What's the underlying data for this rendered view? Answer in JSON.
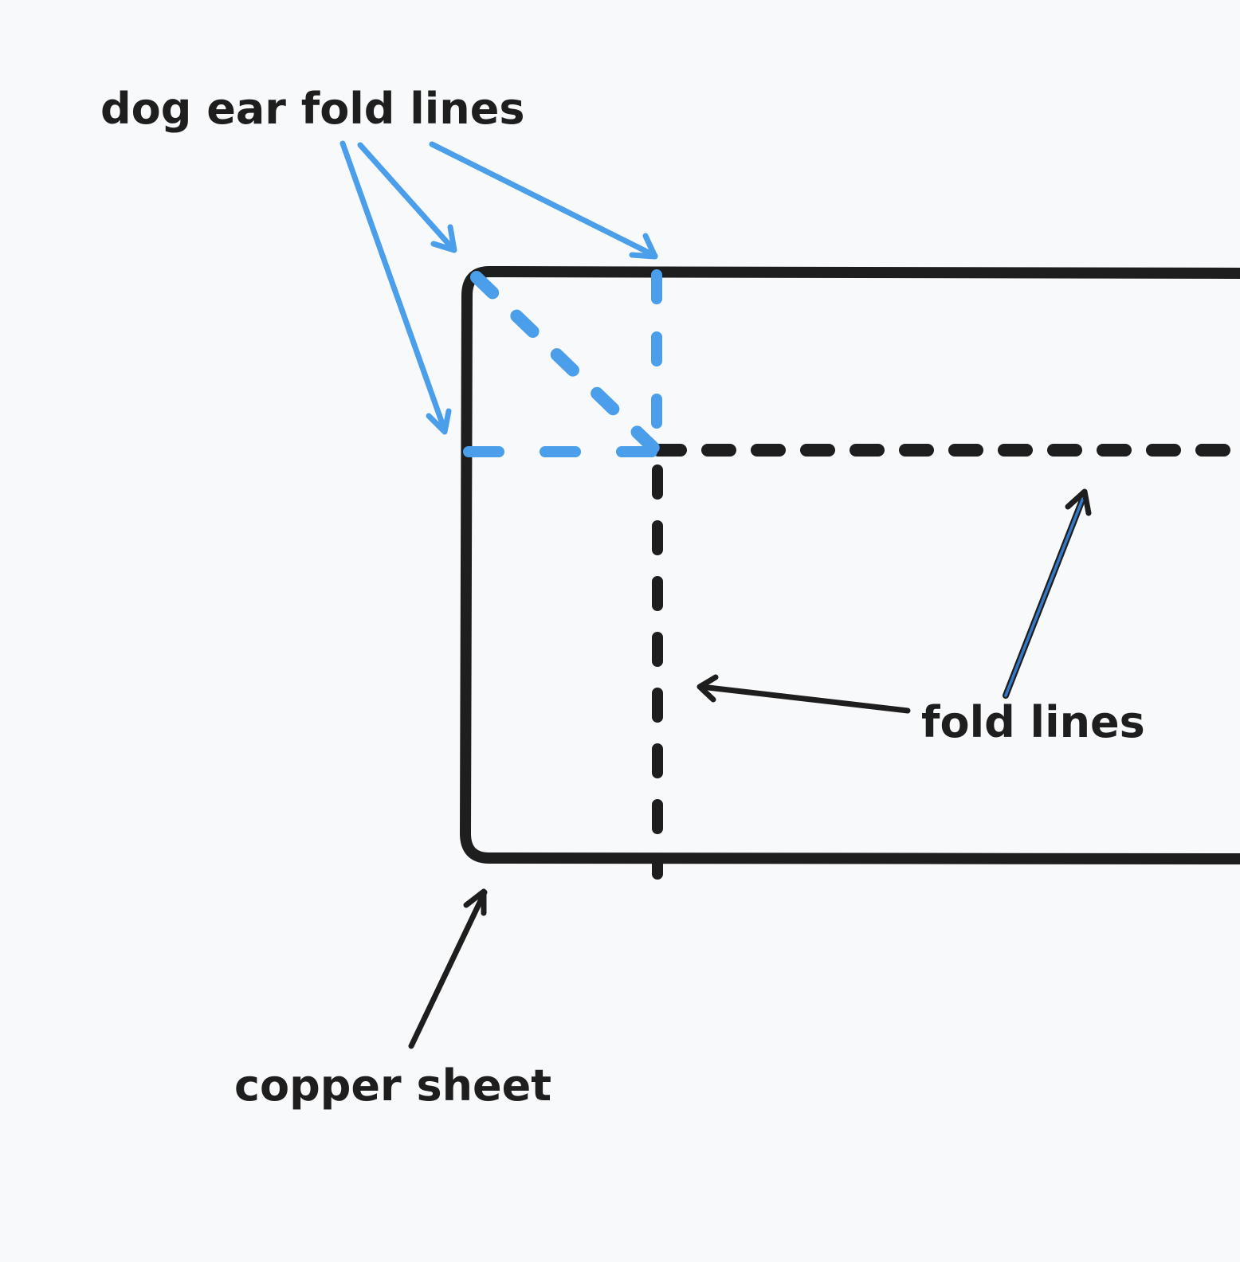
{
  "labels": {
    "dog_ear_fold_lines": "dog ear fold lines",
    "fold_lines": "fold lines",
    "copper_sheet": "copper sheet"
  },
  "colors": {
    "background": "#f8f9fa",
    "ink": "#1e1e1e",
    "accent_blue": "#4a9eea",
    "arrow_blue_fill": "#3478c8"
  }
}
